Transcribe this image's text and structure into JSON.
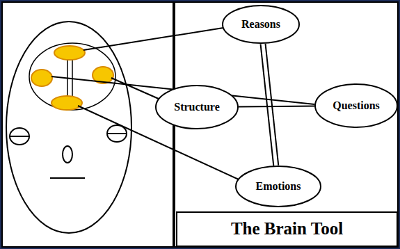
{
  "diagram": {
    "nodes": [
      {
        "text": [
          "Reasons"
        ]
      },
      {
        "text": [
          "Structure"
        ]
      },
      {
        "text": [
          "Questions"
        ]
      },
      {
        "text": [
          "Emotions"
        ]
      },
      {
        "text": [
          "The Brain Tool"
        ]
      }
    ],
    "edges": [
      {
        "from": 0,
        "to": 3,
        "arrow": "none"
      },
      {
        "from": 1,
        "to": 2,
        "arrow": "none"
      }
    ]
  }
}
